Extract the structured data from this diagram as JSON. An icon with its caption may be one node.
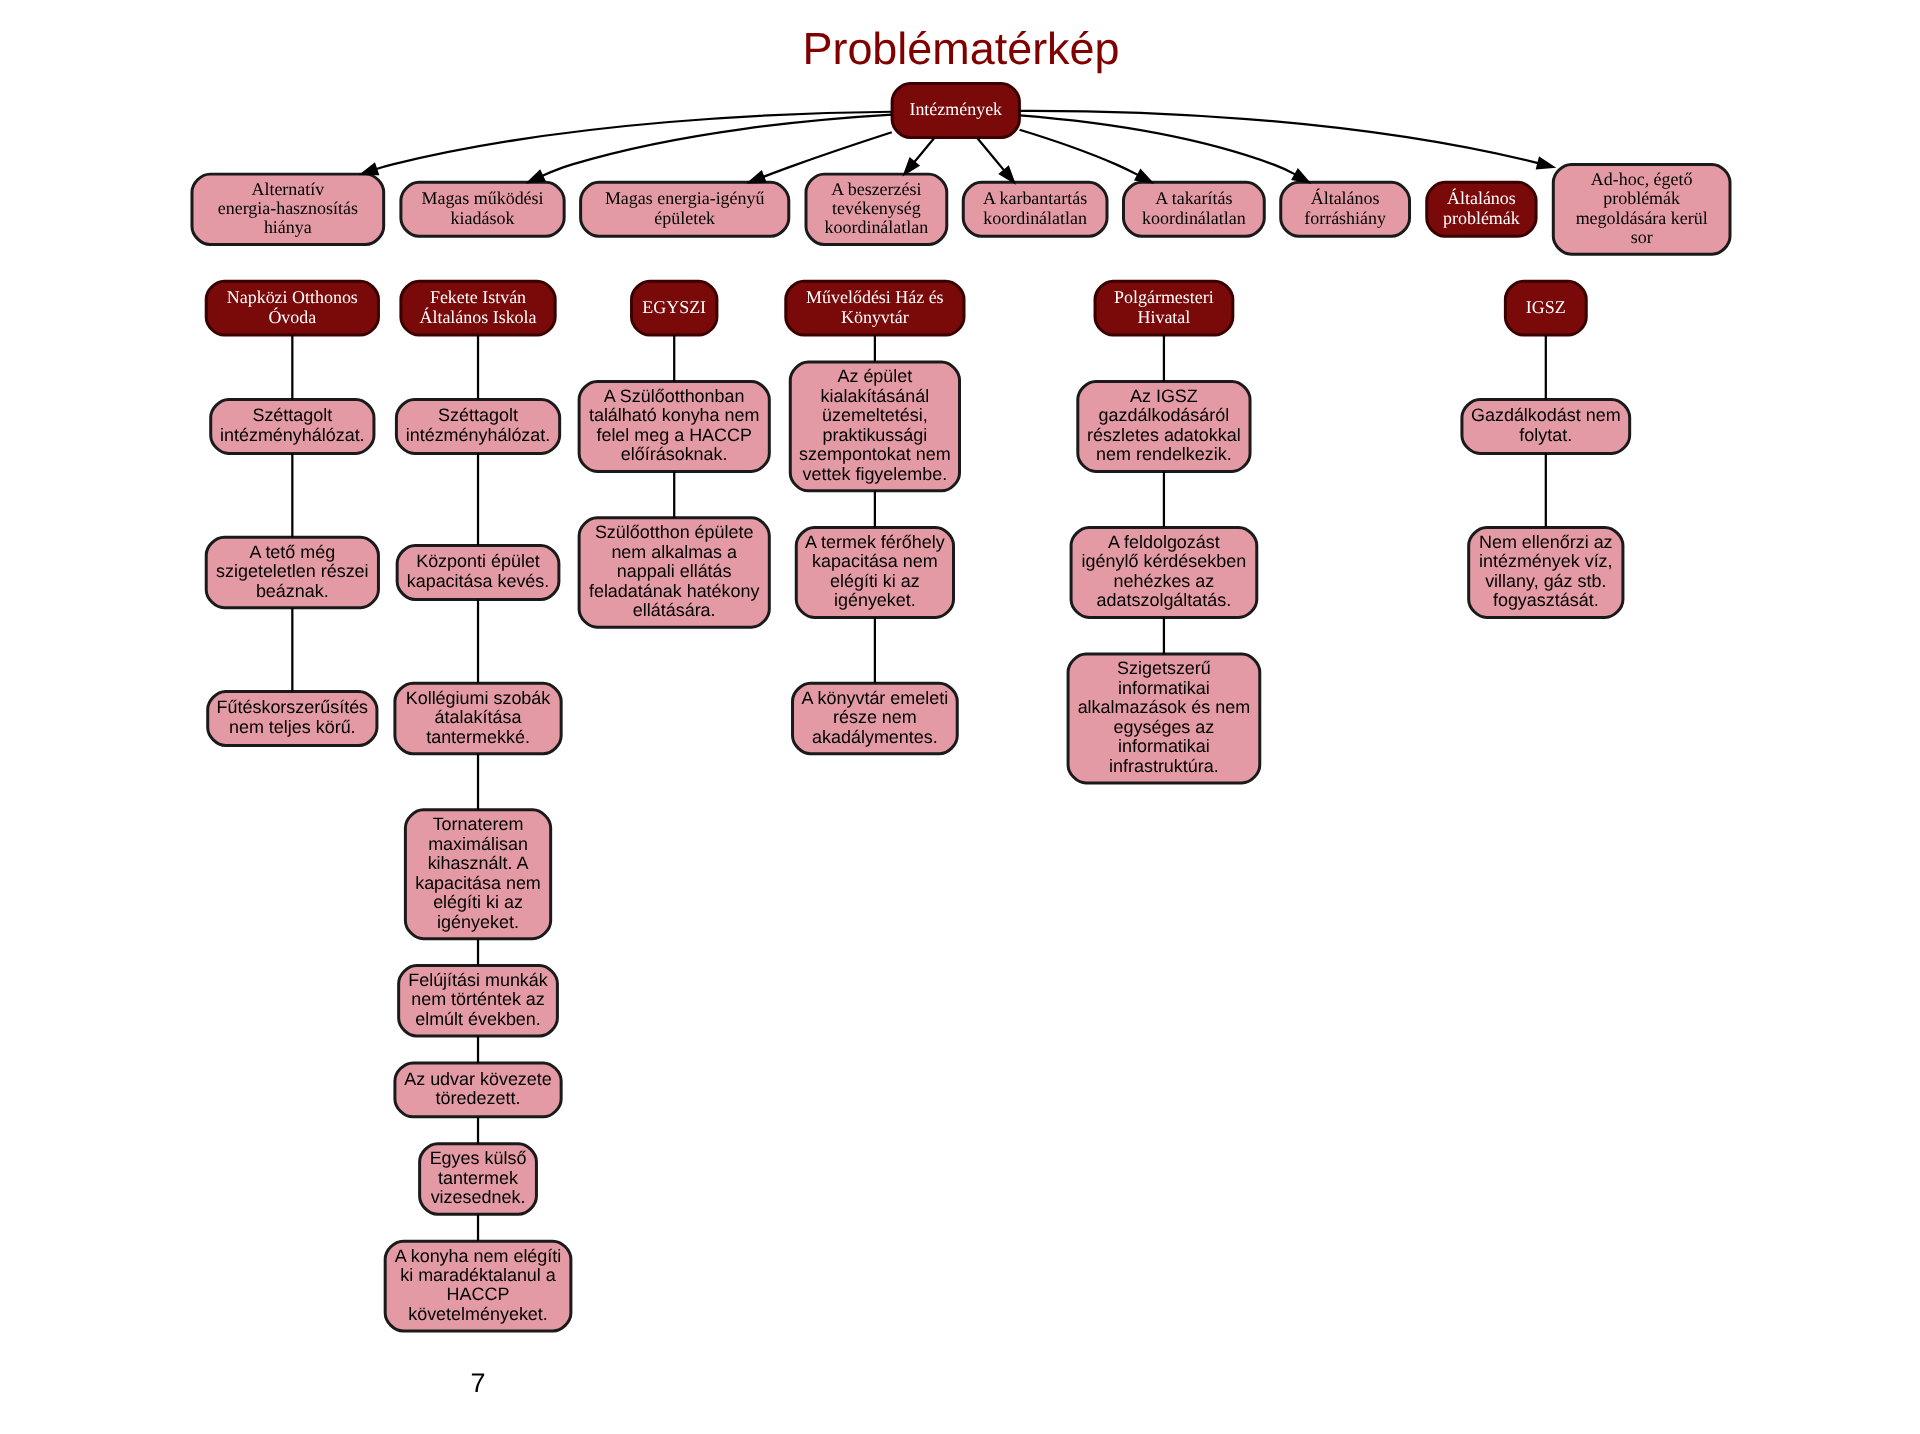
{
  "diagram": {
    "title": "Problématérkép",
    "nodes": [
      {
        "text": [
          "Intézmények"
        ]
      },
      {
        "text": [
          "Általános problémák"
        ]
      },
      {
        "text": [
          "Általános forráshiány"
        ]
      },
      {
        "text": [
          "Ad-hoc, égető problémák megoldására kerül sor"
        ]
      },
      {
        "text": [
          "Alternatív energia-hasznosítás hiánya"
        ]
      },
      {
        "text": [
          "Magas működési kiadások"
        ]
      },
      {
        "text": [
          "Magas energia-igényű épületek"
        ]
      },
      {
        "text": [
          "A beszerzési tevékenység koordinálatlan"
        ]
      },
      {
        "text": [
          "A karbantartás koordinálatlan"
        ]
      },
      {
        "text": [
          "A takarítás koordinálatlan"
        ]
      },
      {
        "text": [
          "Polgármesteri Hivatal"
        ]
      },
      {
        "text": [
          "Az IGSZ gazdálkodásáról részletes adatokkal nem rendelkezik."
        ]
      },
      {
        "text": [
          "A feldolgozást igénylő kérdésekben nehézkes az adatszolgáltatás."
        ]
      },
      {
        "text": [
          "Szigetszerű informatikai alkalmazások és nem egységes az informatikai infrastruktúra."
        ]
      },
      {
        "text": [
          "IGSZ"
        ]
      },
      {
        "text": [
          "Gazdálkodást nem folytat."
        ]
      },
      {
        "text": [
          "Nem ellenőrzi az intézmények víz, villany, gáz stb. fogyasztását."
        ]
      },
      {
        "text": [
          "Napközi Otthonos Óvoda"
        ]
      },
      {
        "text": [
          "Széttagolt intézményhálózat."
        ]
      },
      {
        "text": [
          "A tető még szigeteletlen részei beáznak."
        ]
      },
      {
        "text": [
          "Fűtéskorszerűsítés nem teljes körű."
        ]
      },
      {
        "text": [
          "Fekete István Általános Iskola"
        ]
      },
      {
        "text": [
          "Széttagolt intézményhálózat."
        ]
      },
      {
        "text": [
          "Központi épület kapacitása kevés."
        ]
      },
      {
        "text": [
          "Kollégiumi szobák átalakítása tantermekké."
        ]
      },
      {
        "text": [
          "Tornaterem maximálisan kihasznált. A kapacitása nem elégíti ki az igényeket."
        ]
      },
      {
        "text": [
          "Felújítási munkák nem történtek az elmúlt években."
        ]
      },
      {
        "text": [
          "Az udvar kövezete töredezett."
        ]
      },
      {
        "text": [
          "Egyes külső tantermek vizesednek."
        ]
      },
      {
        "text": [
          "A konyha nem elégíti ki maradéktalanul a HACCP követelményeket."
        ]
      },
      {
        "text": [
          "EGYSZI"
        ]
      },
      {
        "text": [
          "A Szülőotthonban található konyha nem felel meg a HACCP előírásoknak."
        ]
      },
      {
        "text": [
          "Szülőotthon épülete nem alkalmas a nappali ellátás feladatának hatékony ellátására."
        ]
      },
      {
        "text": [
          "Művelődési Ház és Könyvtár"
        ]
      },
      {
        "text": [
          "Az épület kialakításánál üzemeltetési, praktikussági szempontokat nem vettek figyelembe."
        ]
      },
      {
        "text": [
          "A termek férőhely kapacitása nem elégíti ki az igényeket."
        ]
      },
      {
        "text": [
          "A könyvtár emeleti része nem akadálymentes."
        ]
      }
    ],
    "edges": [
      {
        "from": 0,
        "to": 2,
        "arrow": "to"
      },
      {
        "from": 0,
        "to": 3,
        "arrow": "to"
      },
      {
        "from": 0,
        "to": 4,
        "arrow": "to"
      },
      {
        "from": 0,
        "to": 5,
        "arrow": "to"
      },
      {
        "from": 0,
        "to": 6,
        "arrow": "to"
      },
      {
        "from": 0,
        "to": 7,
        "arrow": "to"
      },
      {
        "from": 0,
        "to": 8,
        "arrow": "to"
      },
      {
        "from": 0,
        "to": 9,
        "arrow": "to"
      },
      {
        "from": 10,
        "to": 11,
        "arrow": "none"
      },
      {
        "from": 11,
        "to": 12,
        "arrow": "none"
      },
      {
        "from": 12,
        "to": 13,
        "arrow": "none"
      },
      {
        "from": 14,
        "to": 15,
        "arrow": "none"
      },
      {
        "from": 15,
        "to": 16,
        "arrow": "none"
      },
      {
        "from": 17,
        "to": 18,
        "arrow": "none"
      },
      {
        "from": 18,
        "to": 19,
        "arrow": "none"
      },
      {
        "from": 19,
        "to": 20,
        "arrow": "none"
      },
      {
        "from": 21,
        "to": 22,
        "arrow": "none"
      },
      {
        "from": 22,
        "to": 23,
        "arrow": "none"
      },
      {
        "from": 23,
        "to": 24,
        "arrow": "none"
      },
      {
        "from": 24,
        "to": 25,
        "arrow": "none"
      },
      {
        "from": 25,
        "to": 26,
        "arrow": "none"
      },
      {
        "from": 26,
        "to": 27,
        "arrow": "none"
      },
      {
        "from": 27,
        "to": 28,
        "arrow": "none"
      },
      {
        "from": 28,
        "to": 29,
        "arrow": "none"
      },
      {
        "from": 30,
        "to": 31,
        "arrow": "none"
      },
      {
        "from": 31,
        "to": 32,
        "arrow": "none"
      },
      {
        "from": 33,
        "to": 34,
        "arrow": "none"
      },
      {
        "from": 34,
        "to": 35,
        "arrow": "none"
      },
      {
        "from": 35,
        "to": 36,
        "arrow": "none"
      }
    ],
    "labels": [
      "7"
    ]
  }
}
